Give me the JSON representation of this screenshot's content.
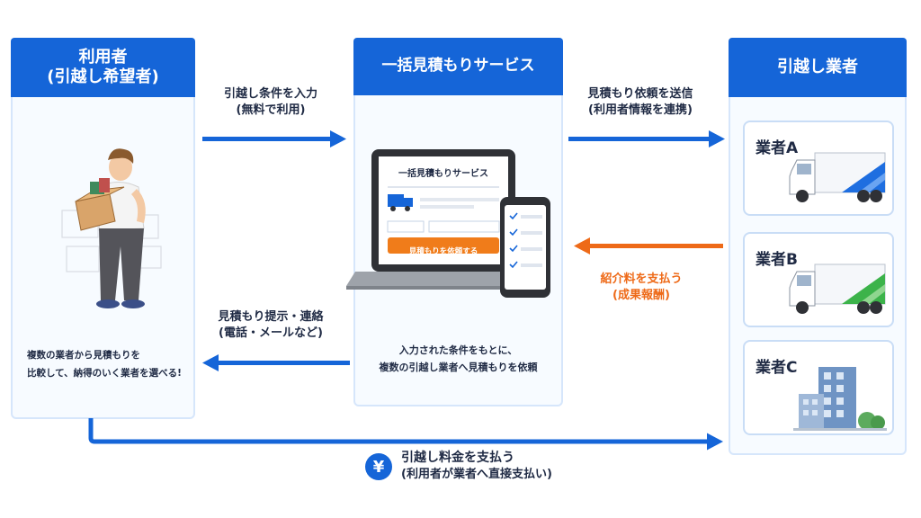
{
  "user_column": {
    "title_line1": "利用者",
    "title_line2": "(引越し希望者)",
    "caption_line1": "複数の業者から見積もりを",
    "caption_line2": "比較して、納得のいく業者を選べる!"
  },
  "service_column": {
    "title": "一括見積もりサービス",
    "laptop_title": "一括見積もりサービス",
    "laptop_button": "見積もりを依頼する",
    "caption_line1": "入力された条件をもとに、",
    "caption_line2": "複数の引越し業者へ見積もりを依頼"
  },
  "vendor_column": {
    "title": "引越し業者",
    "vendors": [
      {
        "name": "業者A"
      },
      {
        "name": "業者B"
      },
      {
        "name": "業者C"
      }
    ]
  },
  "flows": {
    "input_line1": "引越し条件を入力",
    "input_line2": "(無料で利用)",
    "send_line1": "見積もり依頼を送信",
    "send_line2": "(利用者情報を連携)",
    "fee_line1": "紹介料を支払う",
    "fee_line2": "(成果報酬)",
    "quote_line1": "見積もり提示・連絡",
    "quote_line2": "(電話・メールなど)",
    "pay_line1": "引越し料金を支払う",
    "pay_line2": "(利用者が業者へ直接支払い)",
    "yen_symbol": "¥"
  },
  "colors": {
    "primary_blue": "#1565d8",
    "orange": "#ee6a18",
    "truck_blue_stripe": "#1e6ee0",
    "truck_green_stripe": "#3cb34a"
  }
}
